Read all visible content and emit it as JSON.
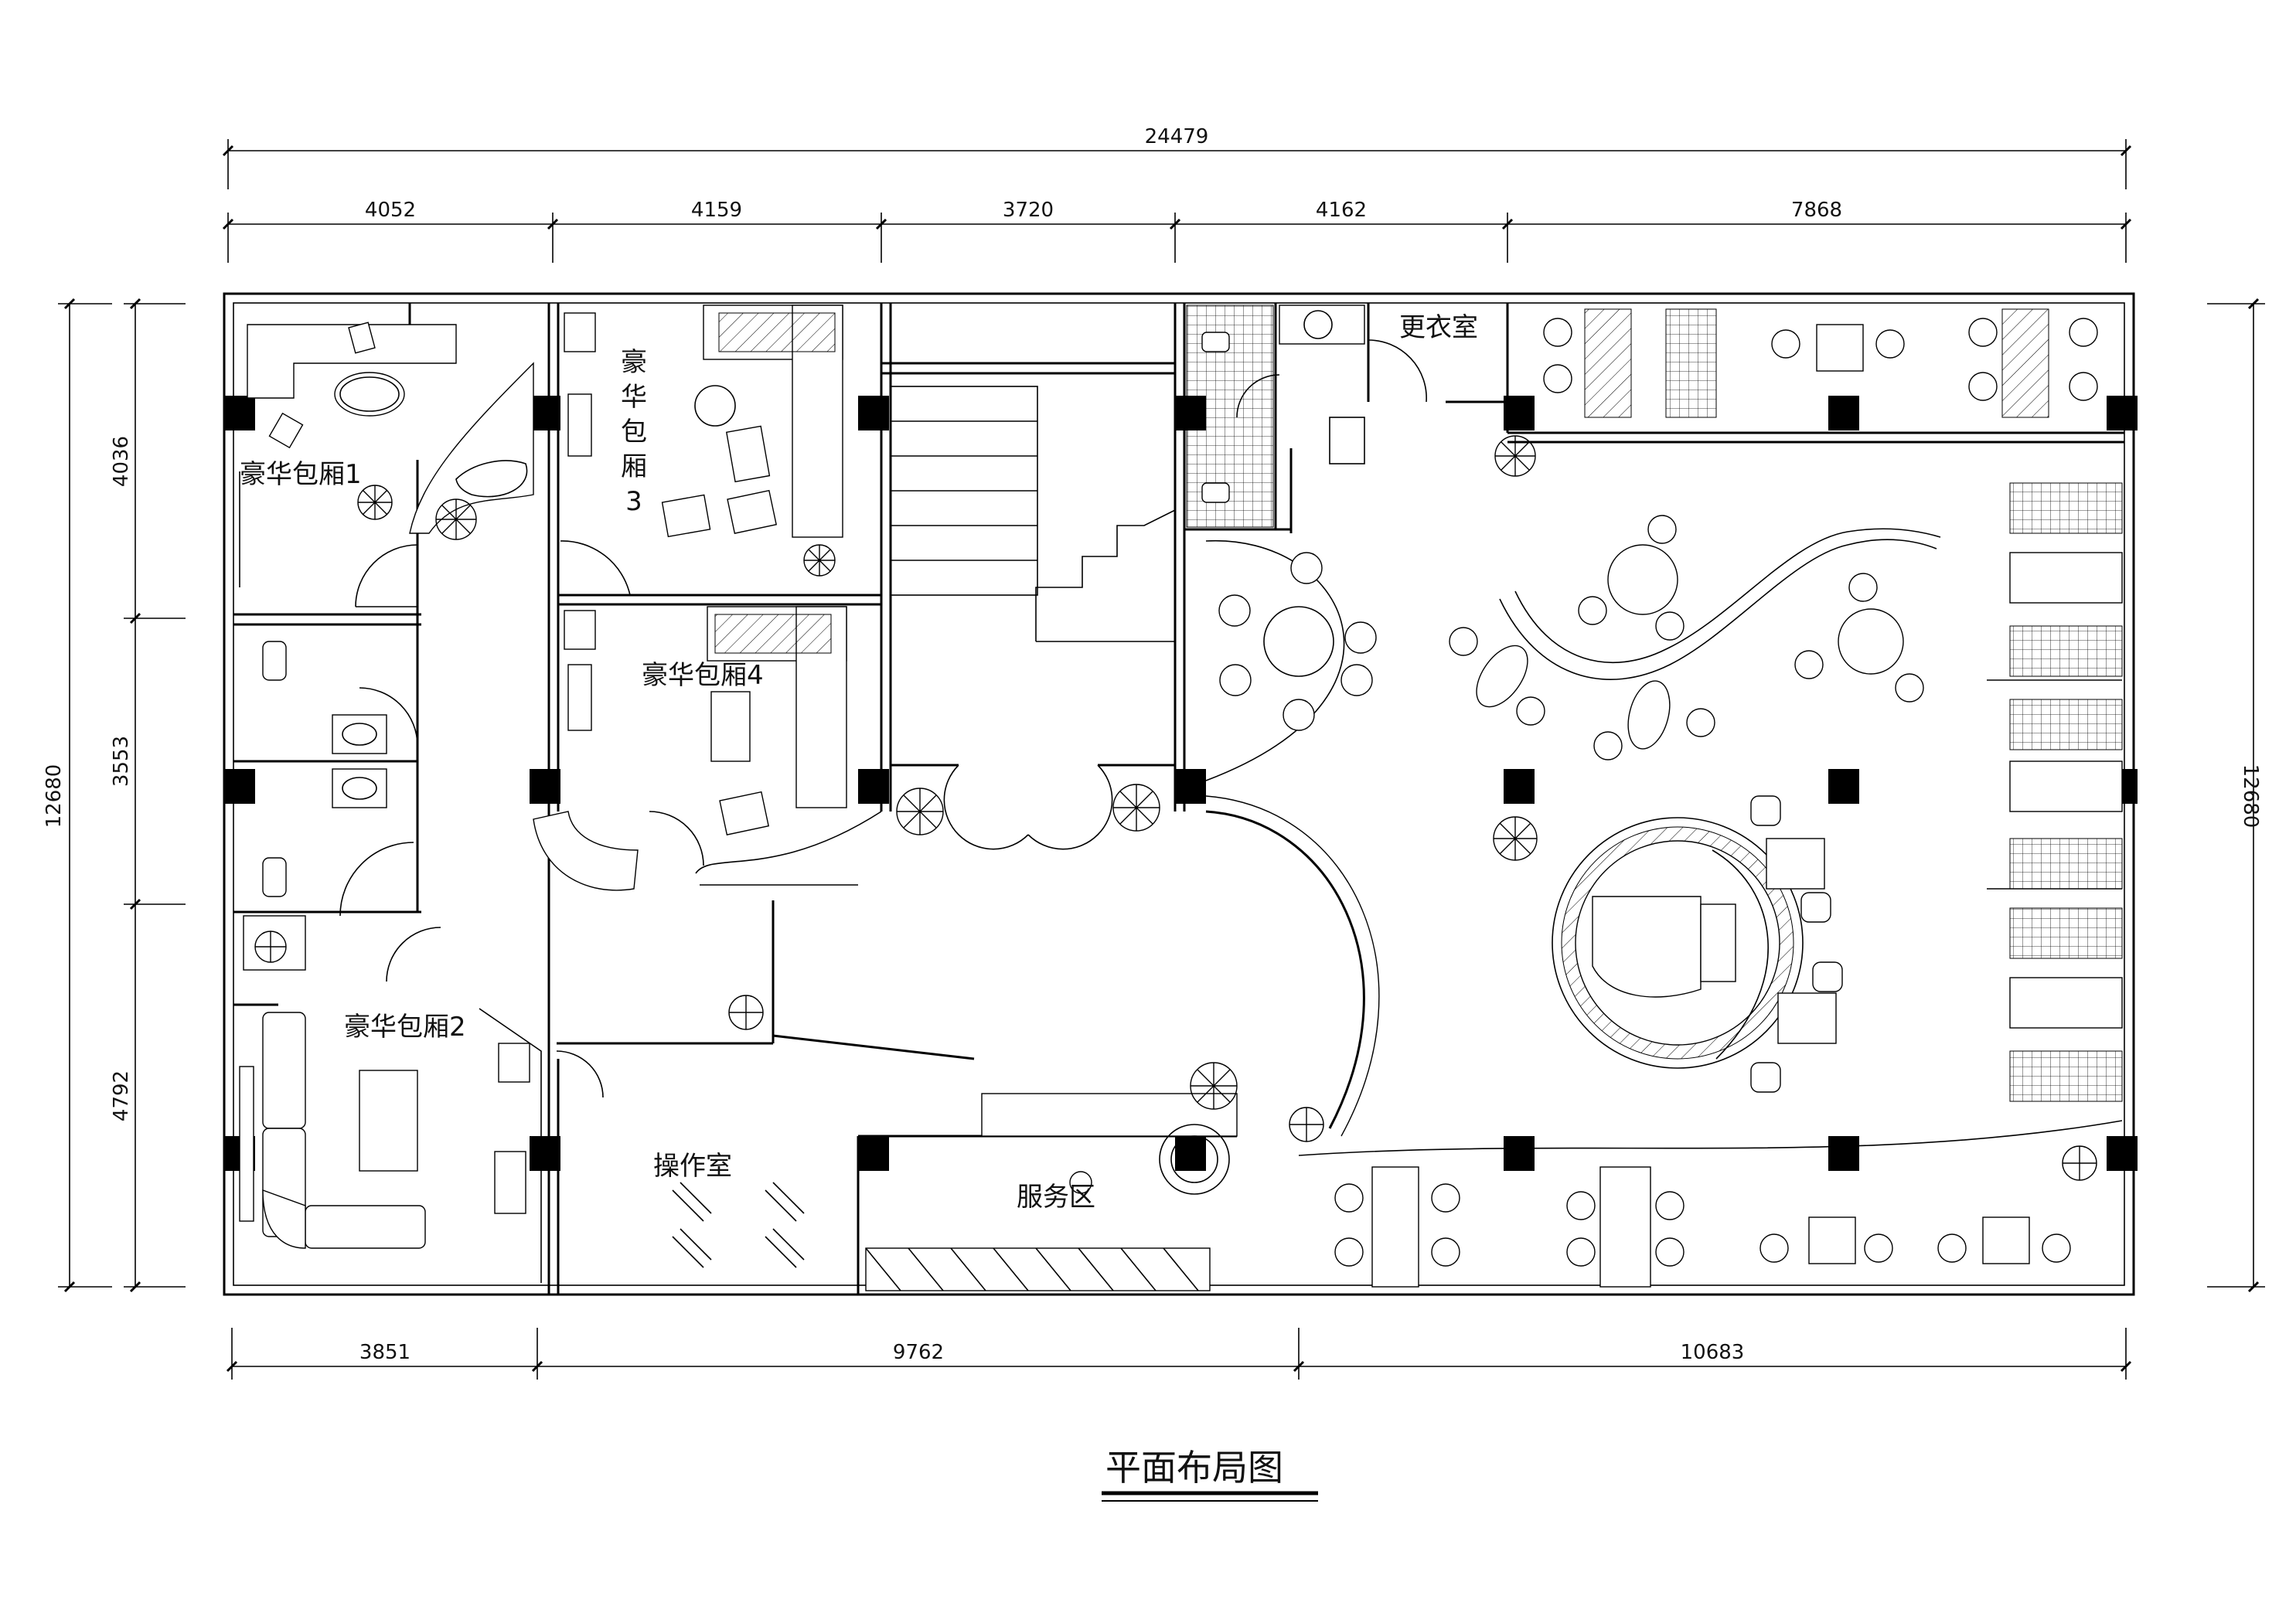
{
  "title": "平面布局图",
  "dimensions": {
    "total_width": "24479",
    "top": [
      "4052",
      "4159",
      "3720",
      "4162",
      "7868"
    ],
    "bottom": [
      "3851",
      "9762",
      "10683"
    ],
    "left": [
      "4036",
      "3553",
      "4792"
    ],
    "total_height_left": "12680",
    "total_height_right": "12680"
  },
  "rooms": {
    "suite1": "豪华包厢1",
    "suite2": "豪华包厢2",
    "suite3": [
      "豪",
      "华",
      "包",
      "厢",
      "3"
    ],
    "suite4": "豪华包厢4",
    "changing_room": "更衣室",
    "operation_room": "操作室",
    "service_desk": "服务区"
  }
}
